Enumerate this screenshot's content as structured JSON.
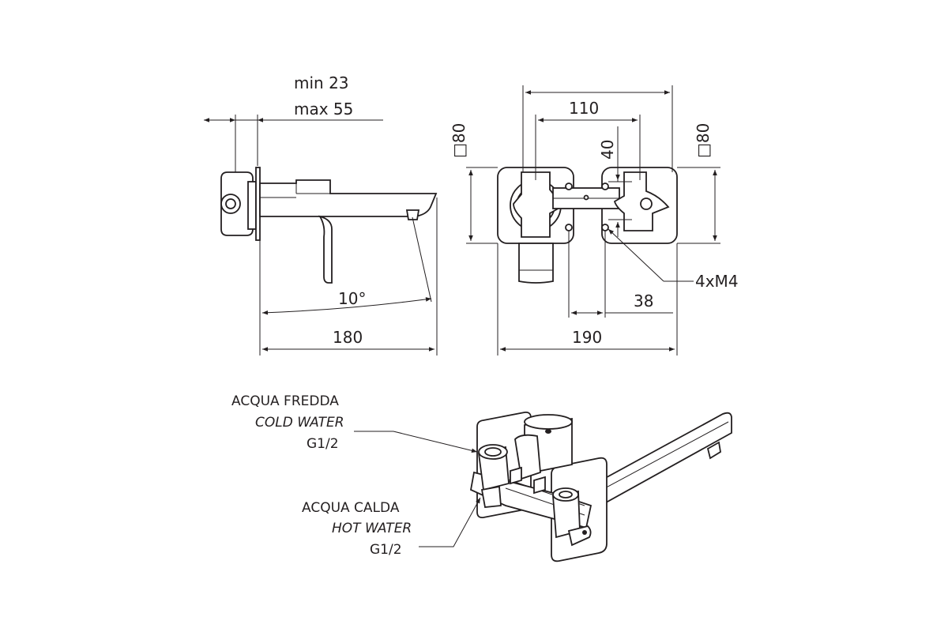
{
  "side_view": {
    "depth_min": "min 23",
    "depth_max": "max 55",
    "angle": "10°",
    "length": "180"
  },
  "front_view": {
    "width_spout": "110",
    "offset": "40",
    "plate_left": "□80",
    "plate_right": "□80",
    "screws": "4xM4",
    "spacing": "38",
    "total_width": "190"
  },
  "iso_view": {
    "cold": {
      "it": "ACQUA FREDDA",
      "en": "COLD WATER",
      "thread": "G1/2"
    },
    "hot": {
      "it": "ACQUA CALDA",
      "en": "HOT WATER",
      "thread": "G1/2"
    }
  }
}
